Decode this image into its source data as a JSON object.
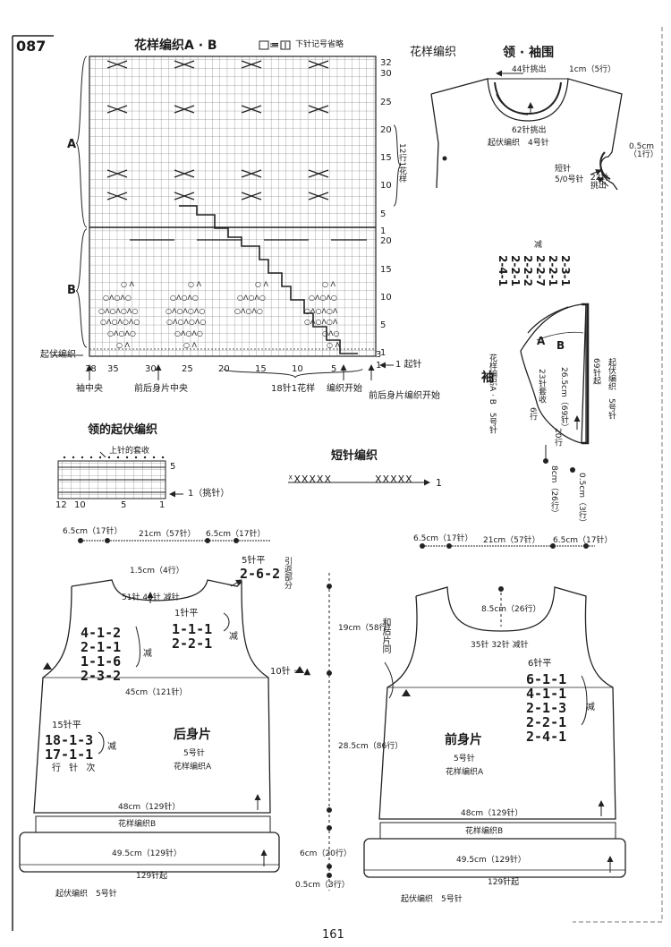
{
  "page": {
    "number_label": "087",
    "page_number": "161"
  },
  "chart_pattern": {
    "title": "花样编织A · B",
    "legend": "下针记号省略",
    "row_ticks": [
      "32",
      "30",
      "25",
      "20",
      "15",
      "10",
      "5",
      "1",
      "20",
      "15",
      "10",
      "5",
      "1"
    ],
    "col_ticks": [
      "38",
      "35",
      "30",
      "25",
      "20",
      "15",
      "10",
      "5",
      "3",
      "1"
    ],
    "section_a": "A",
    "section_b": "B",
    "repeat_rows": "12行1花样",
    "cast_on": "起伏编织",
    "sleeve_center": "袖中央",
    "body_center": "前后身片中央",
    "repeat_sts": "18针1花样",
    "knit_start": "编织开始",
    "body_knit_start": "前后身片编织开始",
    "row1_marker": "1 起针"
  },
  "neck_section": {
    "pattern_label": "花样编织",
    "title": "领 · 袖围",
    "pick_44": "44针挑出",
    "cm1_5": "1cm（5行）",
    "pick_62": "62针挑出",
    "garter_needle": "起伏编织　4号针",
    "cm05_1": "0.5cm（1行）",
    "short_rows": "短针",
    "hook": "5/0号针",
    "pick_22": "22针挑出"
  },
  "sleeve": {
    "counts": [
      "2-4-1",
      "2-2-1",
      "2-2-2",
      "2-2-7",
      "2-2-1",
      "2-3-1"
    ],
    "count_header": "减",
    "title": "袖",
    "pattern": "花样编织A · B　5号针",
    "cm26_5": "26.5cm（69针）",
    "cast_on_69": "69针起",
    "garter_5": "起伏编织　5号针",
    "bind_23": "23针套收",
    "sts6": "6行",
    "rows20": "20行",
    "cm8": "8cm（26行）",
    "cm05_3": "0.5cm（3行）",
    "label_a": "A",
    "label_b": "B"
  },
  "garter_chart": {
    "title": "领的起伏编织",
    "bind_label": "上针的套收",
    "row5": "5",
    "row1": "1（挑针）",
    "col_ticks": [
      "12",
      "10",
      "5",
      "1"
    ]
  },
  "short_row": {
    "title": "短针编织",
    "arrow_label": "1"
  },
  "back": {
    "top_widths": [
      "6.5cm（17针）",
      "21cm（57针）",
      "6.5cm（17针）"
    ],
    "cm1_5": "1.5cm（4行）",
    "sts5_flat": "5针平",
    "shoulder": "2-6-2",
    "short_row_part": "引返部分",
    "neck_dec": "51针 46针 减针",
    "sts1_flat": "1针平",
    "neck_a": [
      "1-1-1",
      "2-2-1"
    ],
    "neck_dec_label": "减",
    "arm_a": [
      "4-1-2",
      "2-1-1",
      "1-1-6",
      "2-3-2"
    ],
    "arm_dec_label": "减",
    "sts10": "10针 = ▲",
    "cm19": "19cm（58行）",
    "width45": "45cm（121针）",
    "side_flat": "15针平",
    "side": [
      "18-1-3",
      "17-1-1"
    ],
    "side_dec_label": "减",
    "side_header": "行 针 次",
    "title": "后身片",
    "needle": "5号针",
    "pattern": "花样编织A",
    "cm28_5": "28.5cm（86行）",
    "width48": "48cm（129针）",
    "pattern_b": "花样编织B",
    "width49_5": "49.5cm（129针）",
    "cm6": "6cm（20行）",
    "cast_on_129": "129针起",
    "cm05_3": "0.5cm（3行）",
    "garter": "起伏编织　5号针"
  },
  "front": {
    "top_widths": [
      "6.5cm（17针）",
      "21cm（57针）",
      "6.5cm（17针）"
    ],
    "cm8_5": "8.5cm（26行）",
    "side_note": "和后片同",
    "neck_dec": "35针 32针 减针",
    "sts6_flat": "6针平",
    "arm": [
      "6-1-1",
      "4-1-1",
      "2-1-3",
      "2-2-1",
      "2-4-1"
    ],
    "arm_dec_label": "减",
    "title": "前身片",
    "needle": "5号针",
    "pattern": "花样编织A",
    "width48": "48cm（129针）",
    "pattern_b": "花样编织B",
    "width49_5": "49.5cm（129针）",
    "cast_on_129": "129针起",
    "garter": "起伏编织　5号针"
  }
}
